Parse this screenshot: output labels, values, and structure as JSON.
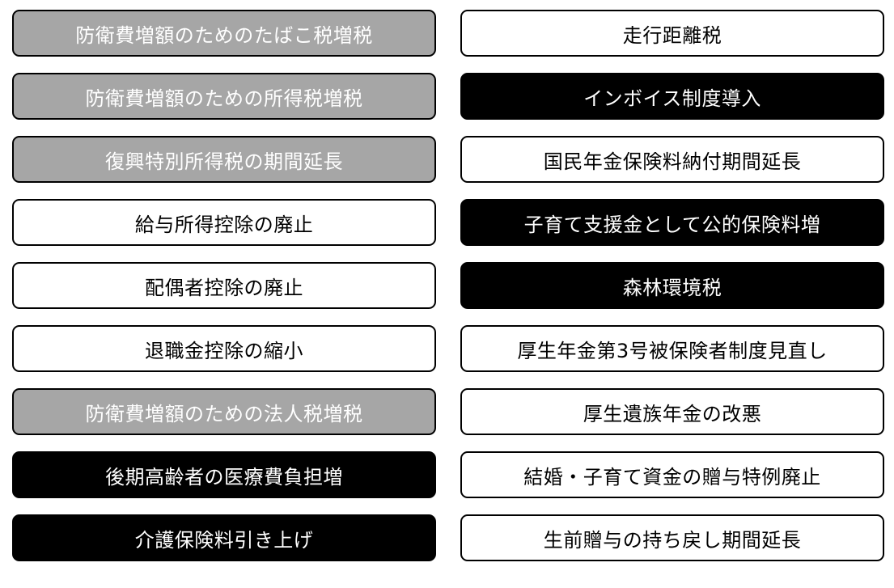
{
  "colors": {
    "gray_fill": "#a6a6a6",
    "black_fill": "#000000",
    "white_fill": "#ffffff",
    "border": "#000000"
  },
  "items": [
    {
      "text": "防衛費増額のためのたばこ税増税",
      "style": "gray"
    },
    {
      "text": "走行距離税",
      "style": "white"
    },
    {
      "text": "防衛費増額のための所得税増税",
      "style": "gray"
    },
    {
      "text": "インボイス制度導入",
      "style": "black"
    },
    {
      "text": "復興特別所得税の期間延長",
      "style": "gray"
    },
    {
      "text": "国民年金保険料納付期間延長",
      "style": "white"
    },
    {
      "text": "給与所得控除の廃止",
      "style": "white"
    },
    {
      "text": "子育て支援金として公的保険料増",
      "style": "black"
    },
    {
      "text": "配偶者控除の廃止",
      "style": "white"
    },
    {
      "text": "森林環境税",
      "style": "black"
    },
    {
      "text": "退職金控除の縮小",
      "style": "white"
    },
    {
      "text": "厚生年金第3号被保険者制度見直し",
      "style": "white"
    },
    {
      "text": "防衛費増額のための法人税増税",
      "style": "gray"
    },
    {
      "text": "厚生遺族年金の改悪",
      "style": "white"
    },
    {
      "text": "後期高齢者の医療費負担増",
      "style": "black"
    },
    {
      "text": "結婚・子育て資金の贈与特例廃止",
      "style": "white"
    },
    {
      "text": "介護保険料引き上げ",
      "style": "black"
    },
    {
      "text": "生前贈与の持ち戻し期間延長",
      "style": "white"
    }
  ]
}
